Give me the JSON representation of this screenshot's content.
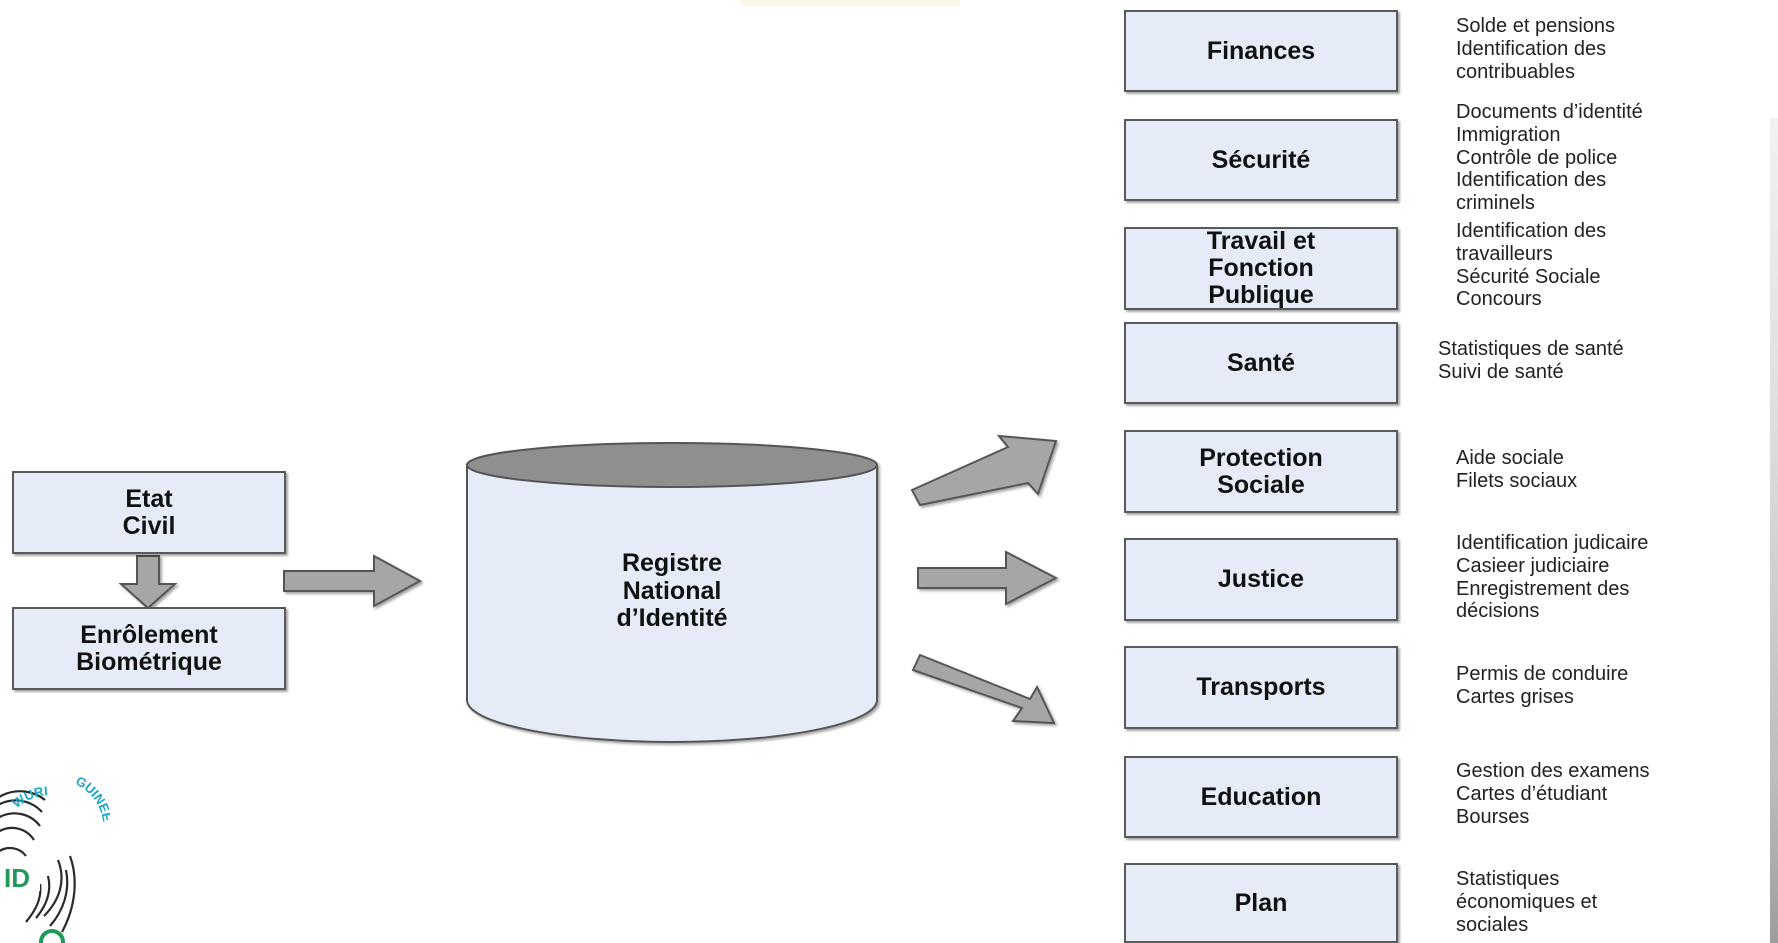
{
  "left_boxes": {
    "etat_civil": "Etat\nCivil",
    "enrolement": "Enrôlement\nBiométrique"
  },
  "registry": {
    "label": "Registre\nNational\nd’Identité"
  },
  "sectors": [
    {
      "name": "Finances",
      "description": "Solde et pensions\nIdentification des\ncontribuables"
    },
    {
      "name": "Sécurité",
      "description": "Documents d’identité\nImmigration\nContrôle de police\nIdentification des\ncriminels"
    },
    {
      "name": "Travail et\nFonction\nPublique",
      "description": "Identification des\ntravailleurs\nSécurité Sociale\nConcours"
    },
    {
      "name": "Santé",
      "description": "Statistiques de santé\nSuivi de santé"
    },
    {
      "name": "Protection\nSociale",
      "description": "Aide sociale\nFilets sociaux"
    },
    {
      "name": "Justice",
      "description": "Identification judicaire\nCasieer judiciaire\nEnregistrement des\ndécisions"
    },
    {
      "name": "Transports",
      "description": "Permis de conduire\nCartes grises"
    },
    {
      "name": "Education",
      "description": "Gestion des examens\nCartes d’étudiant\nBourses"
    },
    {
      "name": "Plan",
      "description": "Statistiques\néconomiques et\nsociales"
    }
  ],
  "logo": {
    "top_text": "WURI",
    "side_text": "GUINEE",
    "badge": "ID"
  },
  "colors": {
    "box_fill": "#e6ecf7",
    "box_border": "#5a5a5a",
    "arrow_fill": "#a6a6a6",
    "cylinder_top": "#8f8f8f",
    "logo_green": "#1f9a58",
    "logo_cyan": "#1aa7c9"
  }
}
